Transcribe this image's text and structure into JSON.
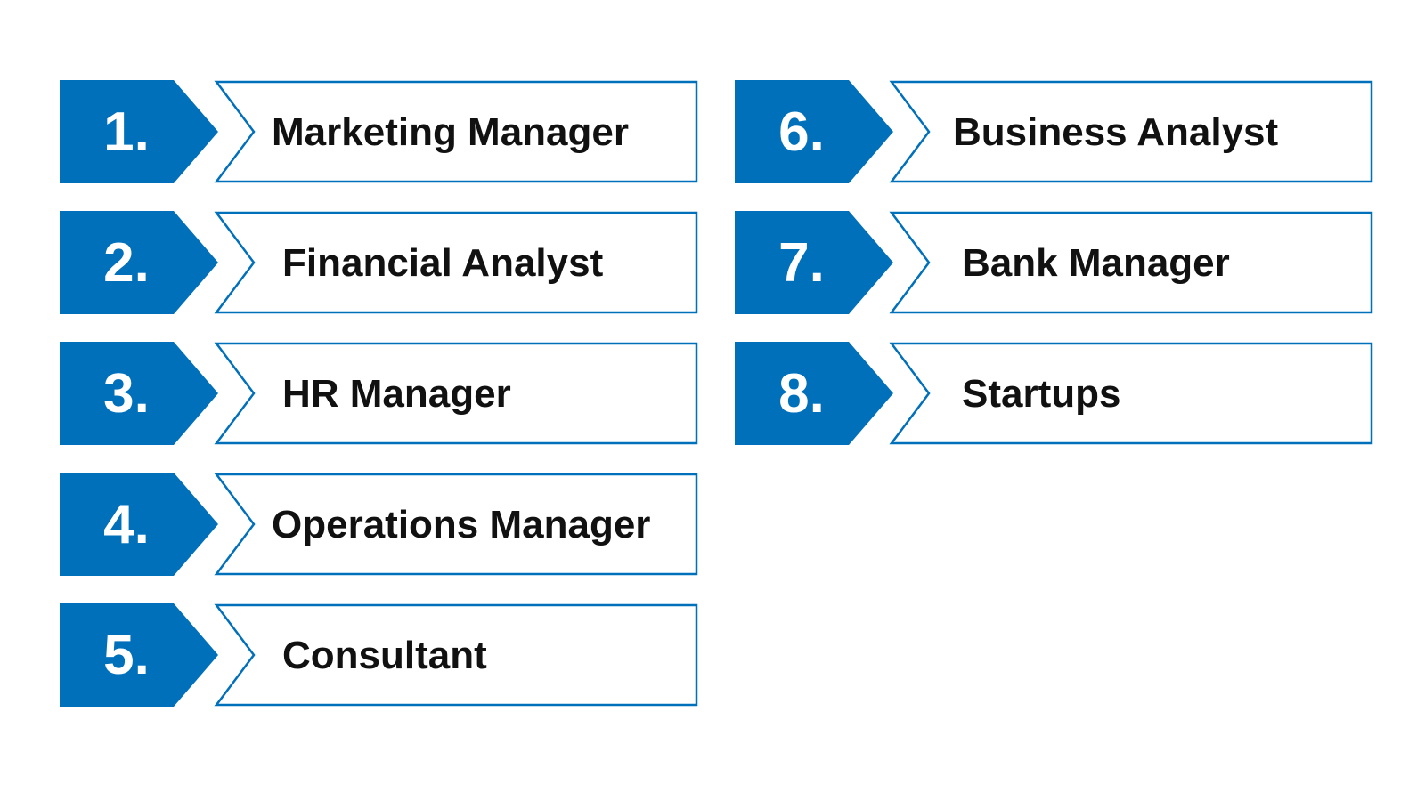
{
  "accent_color": "#0070BB",
  "items": [
    {
      "number": "1.",
      "label": "Marketing Manager"
    },
    {
      "number": "2.",
      "label": "Financial Analyst"
    },
    {
      "number": "3.",
      "label": "HR Manager"
    },
    {
      "number": "4.",
      "label": "Operations Manager"
    },
    {
      "number": "5.",
      "label": "Consultant"
    },
    {
      "number": "6.",
      "label": "Business Analyst"
    },
    {
      "number": "7.",
      "label": "Bank Manager"
    },
    {
      "number": "8.",
      "label": "Startups"
    }
  ]
}
